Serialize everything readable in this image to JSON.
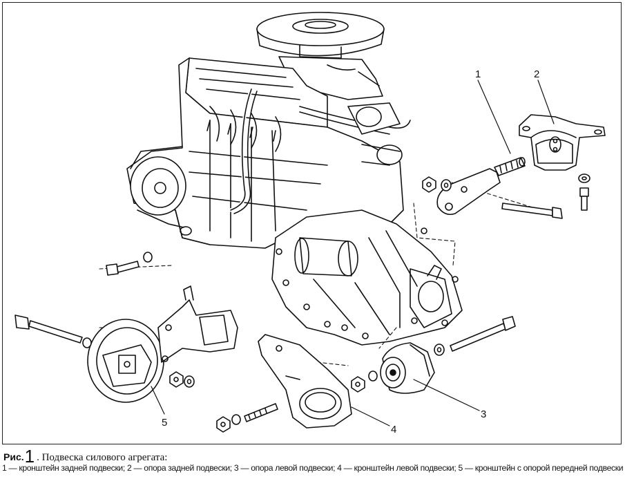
{
  "figure": {
    "caption_lead": "Рис.",
    "caption_number": "1",
    "caption_text": ". Подвеска силового агрегата:",
    "legend": "1 — кронштейн задней подвески; 2 — опора задней подвески; 3 — опора левой подвески; 4 — кронштейн левой подвески; 5 — кронштейн с опорой передней подвески"
  },
  "callouts": {
    "c1": "1",
    "c2": "2",
    "c3": "3",
    "c4": "4",
    "c5": "5"
  },
  "icons": {
    "engine": "engine-assembly-line-art",
    "gearbox": "gearbox-line-art",
    "bolt": "bolt-icon",
    "nut": "nut-icon",
    "washer": "washer-icon",
    "mount": "rubber-mount-icon"
  }
}
